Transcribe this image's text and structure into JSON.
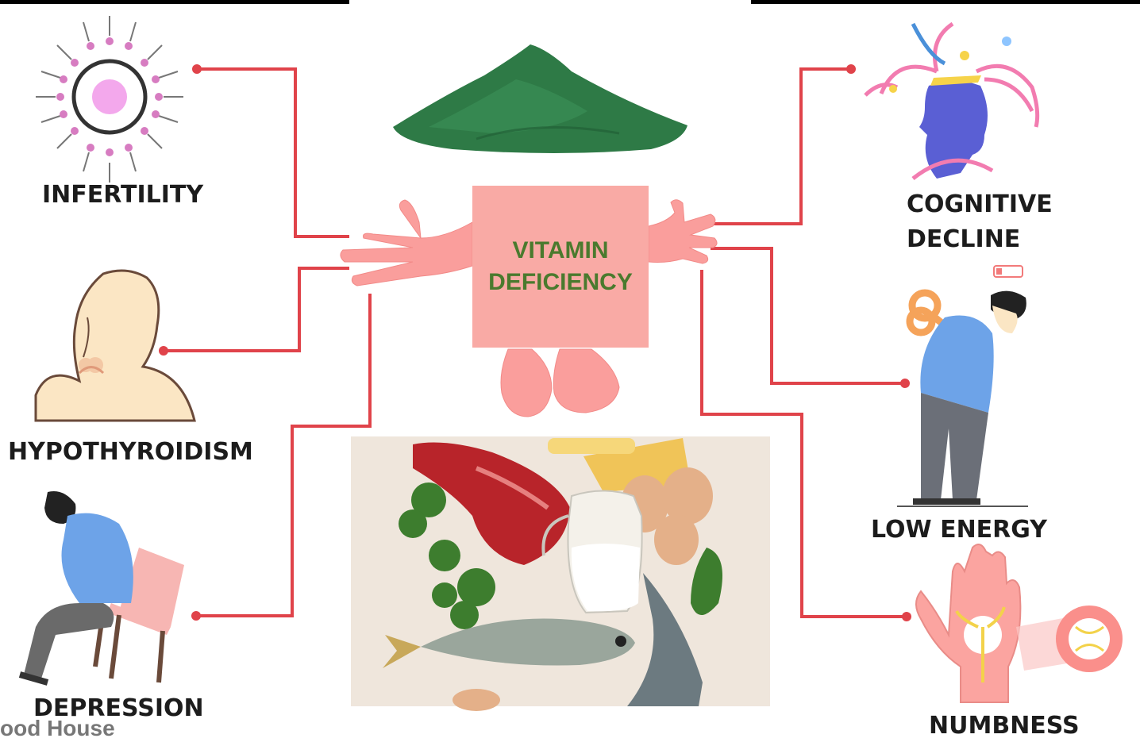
{
  "center": {
    "line1": "VITAMIN",
    "line2": "DEFICIENCY"
  },
  "symptoms": {
    "infertility": "INFERTILITY",
    "hypothyroidism": "HYPOTHYROIDISM",
    "depression": "DEPRESSION",
    "cognitive_line1": "COGNITIVE",
    "cognitive_line2": "DECLINE",
    "low_energy": "LOW ENERGY",
    "numbness": "NUMBNESS"
  },
  "watermark": "ood House",
  "colors": {
    "connector": "#e0434a",
    "center_box": "#f9aaa5",
    "center_text": "#4a7a2e",
    "powder": "#2e7a46"
  },
  "icons": [
    "sperm-egg-icon",
    "throat-thyroid-icon",
    "sad-person-chair-icon",
    "head-brain-icon",
    "tired-person-key-icon",
    "hand-nerve-icon",
    "mascot-hands-icon",
    "green-powder-icon",
    "food-photo-icon"
  ]
}
